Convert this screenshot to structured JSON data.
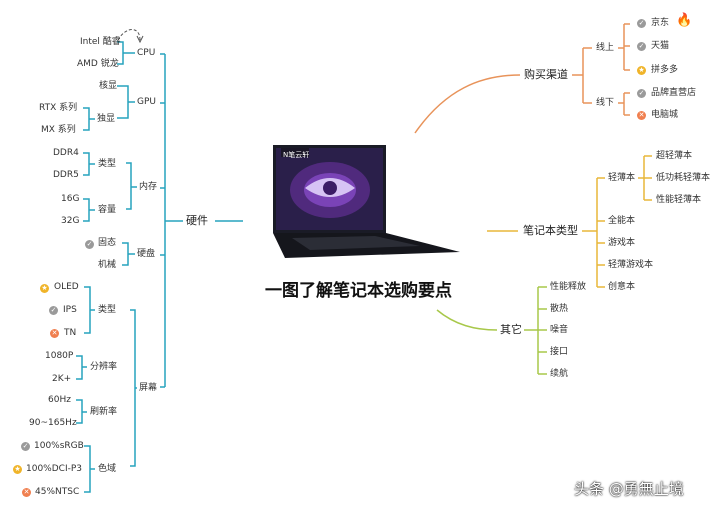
{
  "title": "一图了解笔记本选购要点",
  "watermark": "头条 @勇無止境",
  "laptop_brand": "N笔云轩",
  "hardware": {
    "label": "硬件",
    "cpu": {
      "label": "CPU",
      "items": [
        "Intel 酷睿",
        "AMD 锐龙"
      ]
    },
    "gpu": {
      "label": "GPU",
      "integrated": "核显",
      "discrete": "独显",
      "discrete_items": [
        "RTX 系列",
        "MX 系列"
      ]
    },
    "memory": {
      "label": "内存",
      "type": "类型",
      "type_items": [
        "DDR4",
        "DDR5"
      ],
      "capacity": "容量",
      "capacity_items": [
        "16G",
        "32G"
      ]
    },
    "disk": {
      "label": "硬盘",
      "items": [
        "固态",
        "机械"
      ]
    },
    "screen": {
      "label": "屏幕",
      "type": "类型",
      "type_items": [
        "OLED",
        "IPS",
        "TN"
      ],
      "resolution": "分辨率",
      "resolution_items": [
        "1080P",
        "2K+"
      ],
      "refresh": "刷新率",
      "refresh_items": [
        "60Hz",
        "90~165Hz"
      ],
      "gamut": "色域",
      "gamut_items": [
        "100%sRGB",
        "100%DCI-P3",
        "45%NTSC"
      ]
    }
  },
  "channels": {
    "label": "购买渠道",
    "online": "线上",
    "online_items": [
      "京东",
      "天猫",
      "拼多多"
    ],
    "offline": "线下",
    "offline_items": [
      "品牌直营店",
      "电脑城"
    ]
  },
  "types": {
    "label": "笔记本类型",
    "thin": "轻薄本",
    "thin_items": [
      "超轻薄本",
      "低功耗轻薄本",
      "性能轻薄本"
    ],
    "others": [
      "全能本",
      "游戏本",
      "轻薄游戏本",
      "创意本"
    ]
  },
  "other": {
    "label": "其它",
    "items": [
      "性能释放",
      "散热",
      "噪音",
      "接口",
      "续航"
    ]
  },
  "colors": {
    "hardware": "#27a3bd",
    "channels": "#e8935a",
    "types": "#e8b73a",
    "other": "#a8c84a"
  },
  "icons": {
    "gray": "check-circle-icon",
    "yellow": "medal-icon",
    "orange": "x-circle-icon",
    "fire": "fire-emoji-icon"
  }
}
